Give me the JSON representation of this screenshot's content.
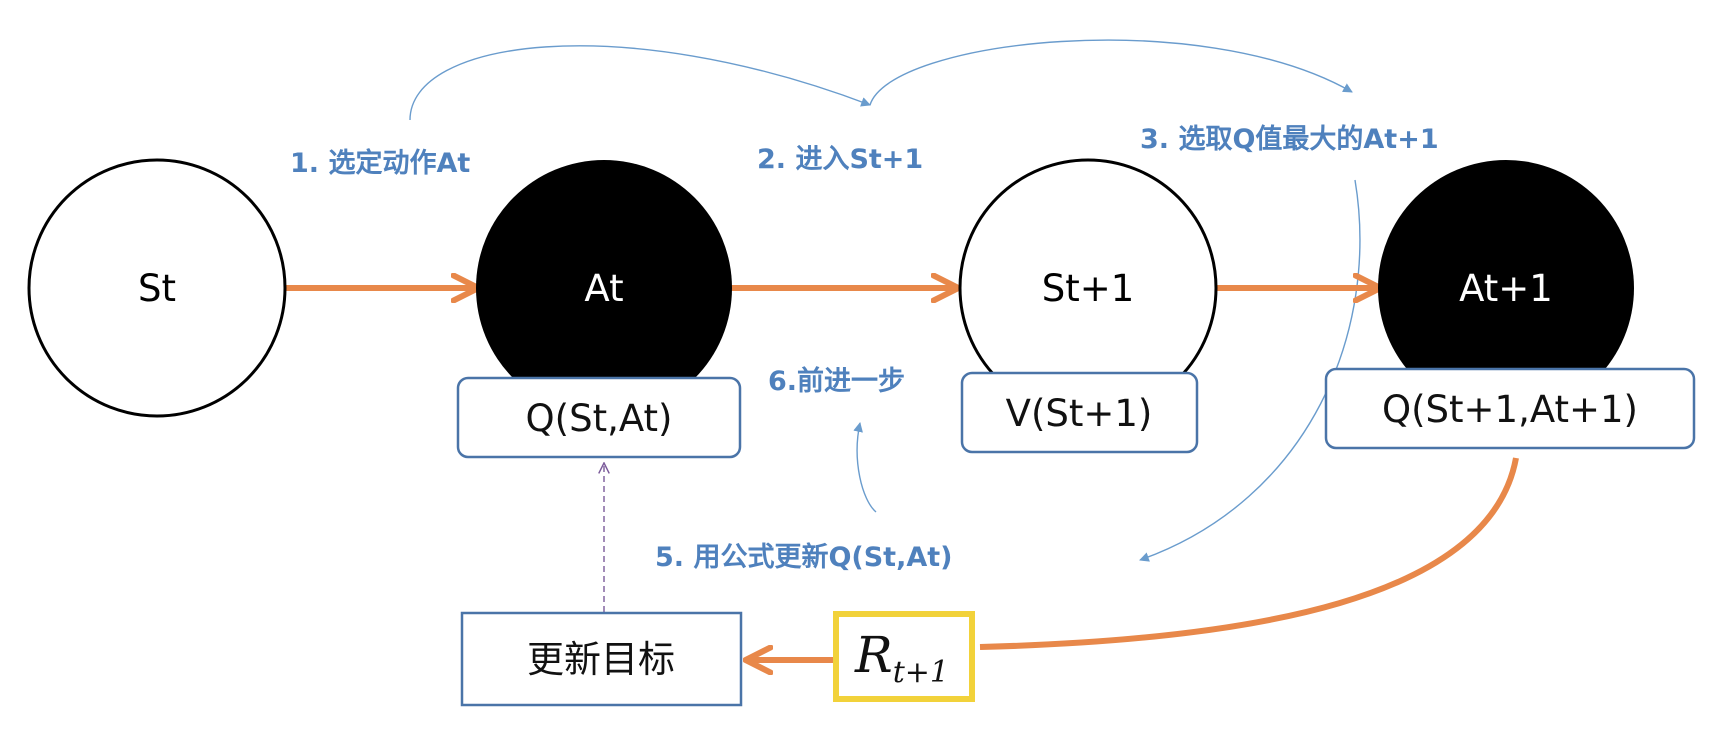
{
  "nodes": {
    "st": "St",
    "at": "At",
    "st1": "St+1",
    "at1": "At+1"
  },
  "value_boxes": {
    "q_st_at": "Q(St,At)",
    "v_st1": "V(St+1)",
    "q_st1_at1": "Q(St+1,At+1)"
  },
  "steps": {
    "step1": "1. 选定动作At",
    "step2": "2. 进入St+1",
    "step3": "3. 选取Q值最大的At+1",
    "step5": "5. 用公式更新Q(St,At)",
    "step6": "6.前进一步"
  },
  "update_target": "更新目标",
  "reward": {
    "symbol": "R",
    "subscript": "t+1"
  },
  "colors": {
    "flow_arrow": "#e8884a",
    "step_arrow": "#6a9ccd",
    "step_text": "#4f81bd",
    "box_border": "#4a74a8",
    "reward_border": "#f2d23a",
    "dashed_arrow": "#7b5a9a"
  }
}
